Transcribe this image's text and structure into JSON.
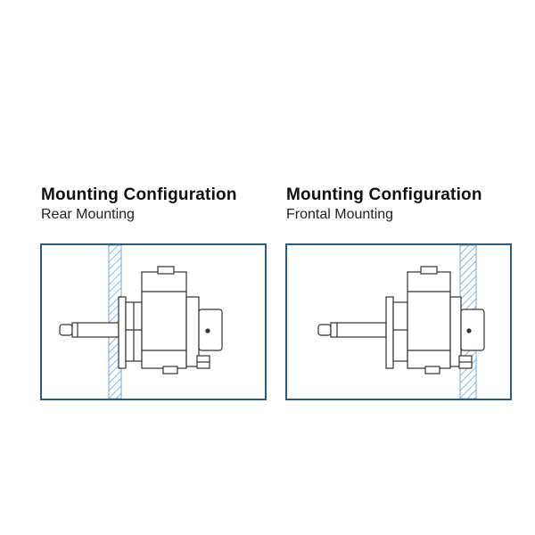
{
  "panels": [
    {
      "title": "Mounting Configuration",
      "subtitle": "Rear Mounting",
      "wall_side": "rear"
    },
    {
      "title": "Mounting Configuration",
      "subtitle": "Frontal Mounting",
      "wall_side": "front"
    }
  ],
  "colors": {
    "frame": "#2b5b80",
    "wall_hatch": "#6fa8d8",
    "line": "#333333"
  }
}
